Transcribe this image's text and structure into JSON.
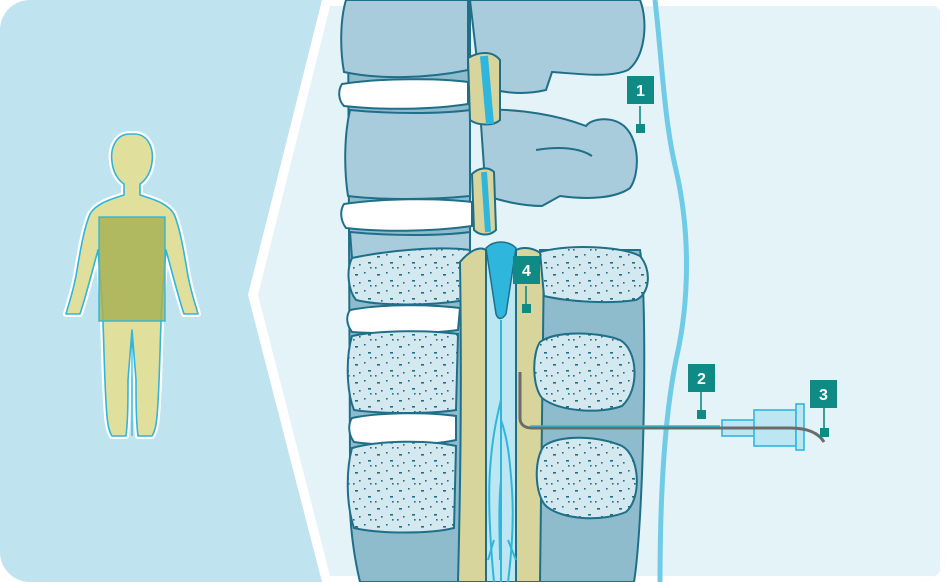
{
  "colors": {
    "background_panel": "#bfe3ef",
    "inner_panel": "#e4f3f8",
    "bone": "#a9ccdc",
    "bone_outline": "#1f6f89",
    "cartilage": "#ffffff",
    "spinal_canal": "#d8d59c",
    "cord_fluid": "#2fb6dc",
    "skin_line": "#6fcbe6",
    "callout_fill": "#0f8a84",
    "catheter": "#6b6b6b",
    "body_highlight": "#a7b256"
  },
  "callouts": [
    {
      "id": "callout-1",
      "label": "1"
    },
    {
      "id": "callout-2",
      "label": "2"
    },
    {
      "id": "callout-3",
      "label": "3"
    },
    {
      "id": "callout-4",
      "label": "4"
    }
  ],
  "icons": {
    "body_figure": "human-body-icon",
    "spine_section": "spine-cross-section"
  }
}
